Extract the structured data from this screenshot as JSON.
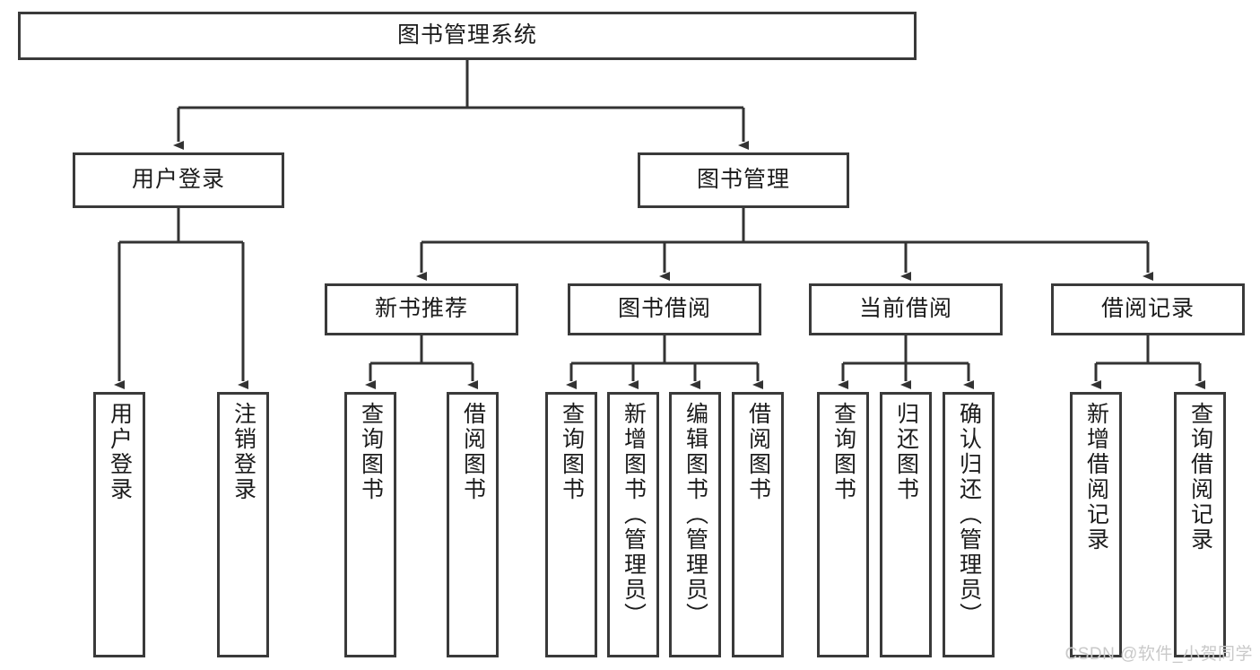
{
  "diagram": {
    "title": "图书管理系统",
    "type": "tree-hierarchy-chart",
    "root": {
      "id": "root",
      "label": "图书管理系统"
    },
    "level2": [
      {
        "id": "user-login",
        "label": "用户登录"
      },
      {
        "id": "book-manage",
        "label": "图书管理"
      }
    ],
    "level3": [
      {
        "id": "new-book-recommend",
        "label": "新书推荐",
        "parent": "book-manage"
      },
      {
        "id": "book-borrow",
        "label": "图书借阅",
        "parent": "book-manage"
      },
      {
        "id": "current-borrow",
        "label": "当前借阅",
        "parent": "book-manage"
      },
      {
        "id": "borrow-record",
        "label": "借阅记录",
        "parent": "book-manage"
      }
    ],
    "leaves": [
      {
        "id": "leaf-user-login",
        "label": "用户登录",
        "parent": "user-login"
      },
      {
        "id": "leaf-logout-login",
        "label": "注销登录",
        "parent": "user-login"
      },
      {
        "id": "leaf-query-book-1",
        "label": "查询图书",
        "parent": "new-book-recommend"
      },
      {
        "id": "leaf-borrow-book-1",
        "label": "借阅图书",
        "parent": "new-book-recommend"
      },
      {
        "id": "leaf-query-book-2",
        "label": "查询图书",
        "parent": "book-borrow"
      },
      {
        "id": "leaf-add-book",
        "label": "新增图书（管理员）",
        "parent": "book-borrow"
      },
      {
        "id": "leaf-edit-book",
        "label": "编辑图书（管理员）",
        "parent": "book-borrow"
      },
      {
        "id": "leaf-borrow-book-2",
        "label": "借阅图书",
        "parent": "book-borrow"
      },
      {
        "id": "leaf-query-book-3",
        "label": "查询图书",
        "parent": "current-borrow"
      },
      {
        "id": "leaf-return-book",
        "label": "归还图书",
        "parent": "current-borrow"
      },
      {
        "id": "leaf-confirm-return",
        "label": "确认归还（管理员）",
        "parent": "current-borrow"
      },
      {
        "id": "leaf-add-borrow-record",
        "label": "新增借阅记录",
        "parent": "borrow-record"
      },
      {
        "id": "leaf-query-borrow-record",
        "label": "查询借阅记录",
        "parent": "borrow-record"
      }
    ]
  },
  "watermark": {
    "text": "CSDN @软件_小贺同学"
  },
  "colors": {
    "border": "#3a3a3a",
    "text": "#1b1b1b",
    "background": "#ffffff",
    "edge": "#333333",
    "watermark": "#c9c9c9"
  }
}
